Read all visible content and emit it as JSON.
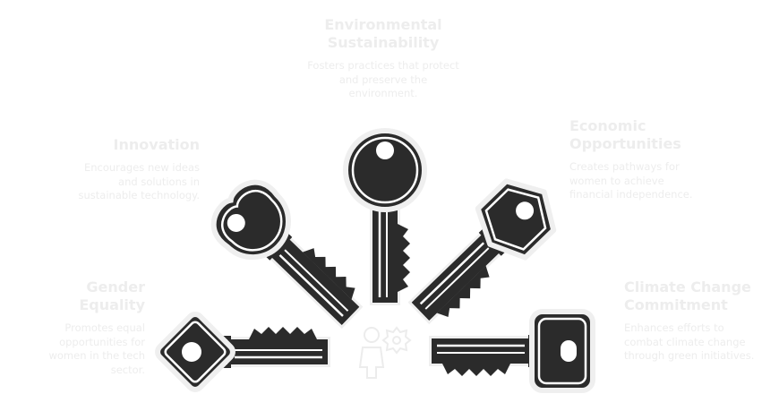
{
  "items": [
    {
      "title": "Environmental Sustainability",
      "description": "Fosters practices that protect and preserve the environment."
    },
    {
      "title": "Economic Opportunities",
      "description": "Creates pathways for women to achieve financial independence."
    },
    {
      "title": "Climate Change Commitment",
      "description": "Enhances efforts to combat climate change through green initiatives."
    },
    {
      "title": "Gender Equality",
      "description": "Promotes equal opportunities for women in the tech sector."
    },
    {
      "title": "Innovation",
      "description": "Encourages new ideas and solutions in sustainable technology."
    }
  ],
  "colors": {
    "key": "#2b2b2b",
    "text": "#ededed",
    "halo": "#efefef"
  }
}
